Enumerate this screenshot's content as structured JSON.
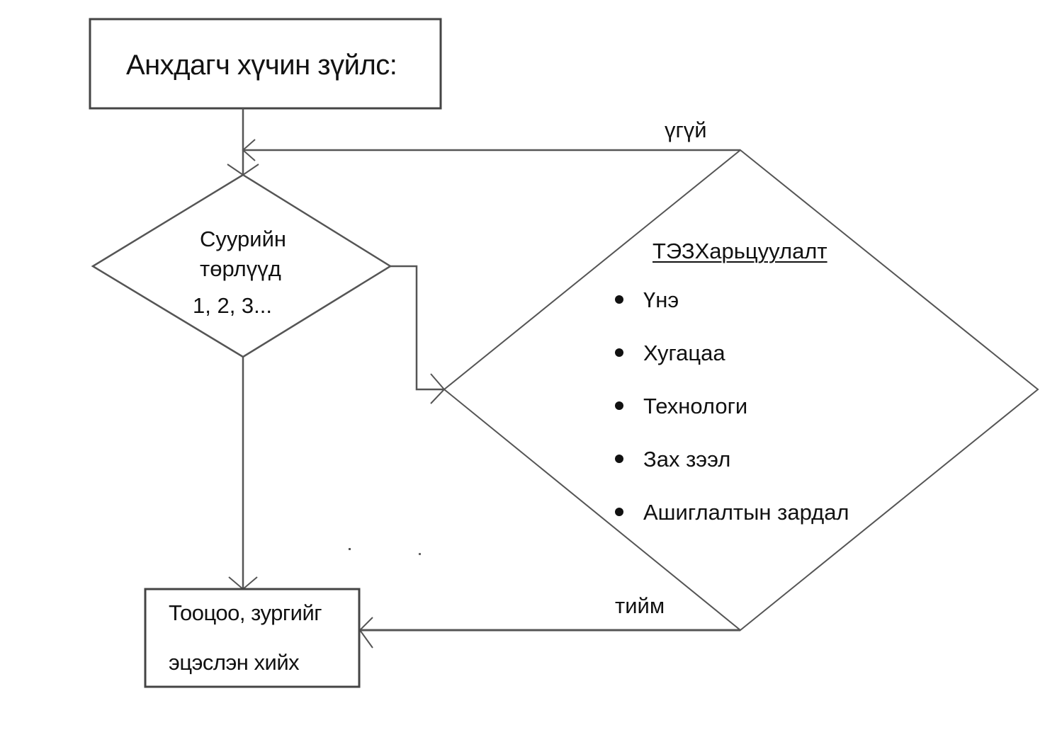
{
  "diagram": {
    "type": "flowchart",
    "nodes": {
      "start": {
        "shape": "rectangle",
        "text": "Анхдагч хүчин зүйлс:"
      },
      "base_types": {
        "shape": "diamond",
        "lines": [
          "Суурийн",
          "төрлүүд",
          "1, 2, 3..."
        ]
      },
      "comparison": {
        "shape": "diamond",
        "title": "ТЭЗХарьцуулалт",
        "items": [
          "Үнэ",
          "Хугацаа",
          "Технологи",
          "Зах зээл",
          "Ашиглалтын зардал"
        ]
      },
      "end": {
        "shape": "rectangle",
        "lines": [
          "Тооцоо, зургийг",
          "эцэслэн хийх"
        ]
      }
    },
    "edges": {
      "start_to_base": {
        "from": "start",
        "to": "base_types",
        "label": ""
      },
      "base_to_comparison": {
        "from": "base_types",
        "to": "comparison",
        "label": ""
      },
      "comparison_no": {
        "from": "comparison",
        "to": "base_types",
        "label": "үгүй"
      },
      "comparison_yes": {
        "from": "comparison",
        "to": "end",
        "label": "тийм"
      },
      "base_to_end": {
        "from": "base_types",
        "to": "end",
        "label": ""
      }
    },
    "colors": {
      "stroke": "#555555",
      "text": "#111111",
      "background": "#ffffff"
    }
  }
}
